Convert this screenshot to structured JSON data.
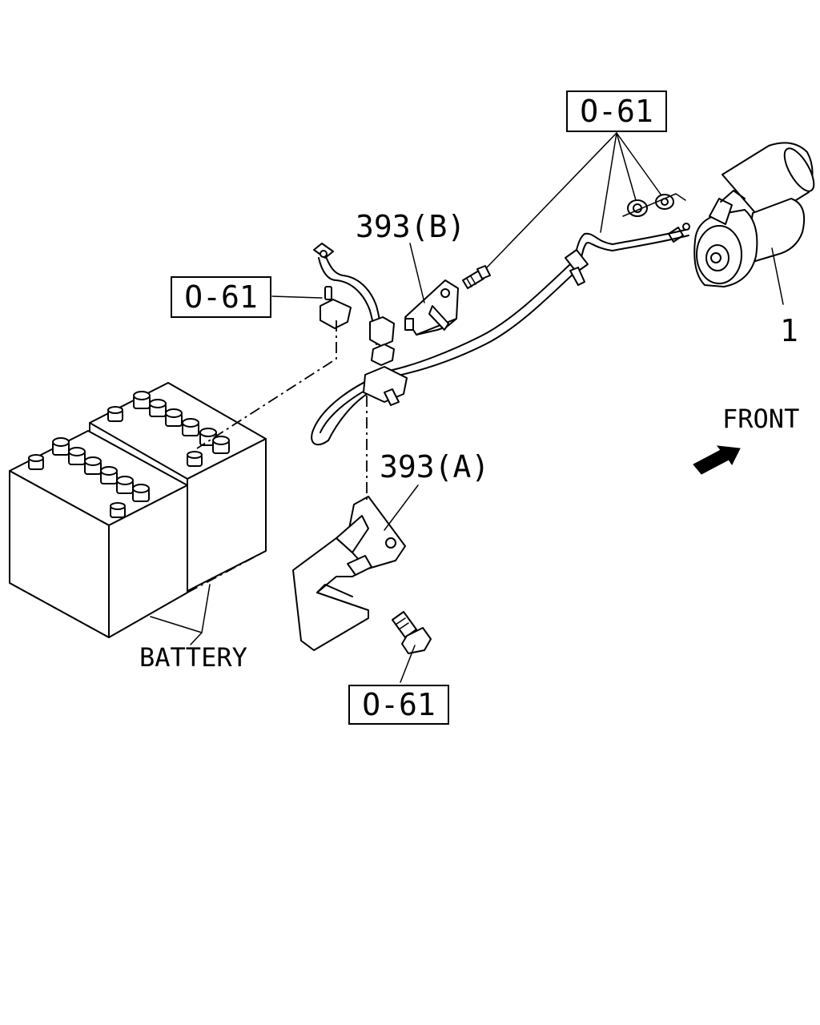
{
  "callouts": {
    "top_ref": "O-61",
    "left_ref": "O-61",
    "bottom_ref": "O-61",
    "part_393b": "393(B)",
    "part_393a": "393(A)",
    "part_1": "1",
    "front": "FRONT",
    "battery": "BATTERY"
  }
}
